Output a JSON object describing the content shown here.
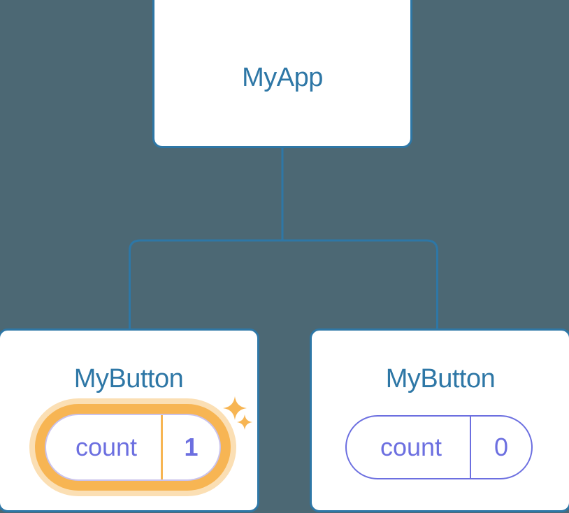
{
  "diagram": {
    "type": "component-tree",
    "title_text_color": "#2E77A6",
    "background_color": "#4C6874",
    "edge_color": "#2E77A6",
    "state_color": "#6C6FE0",
    "highlight_color": "#F7B553",
    "highlight_halo_color": "#FBDFB4"
  },
  "root": {
    "label": "MyApp",
    "node_name": "root-component-node"
  },
  "children": [
    {
      "label": "MyButton",
      "highlighted": true,
      "state": {
        "key": "count",
        "value": "1"
      },
      "sparkles": [
        {
          "name": "sparkle-large-icon",
          "size": 34
        },
        {
          "name": "sparkle-small-icon",
          "size": 22
        }
      ]
    },
    {
      "label": "MyButton",
      "highlighted": false,
      "state": {
        "key": "count",
        "value": "0"
      }
    }
  ],
  "edges": {
    "trunk_label": "root-to-branch-trunk",
    "branch_label": "branch-bus",
    "left_drop_label": "drop-to-left-child",
    "right_drop_label": "drop-to-right-child"
  }
}
